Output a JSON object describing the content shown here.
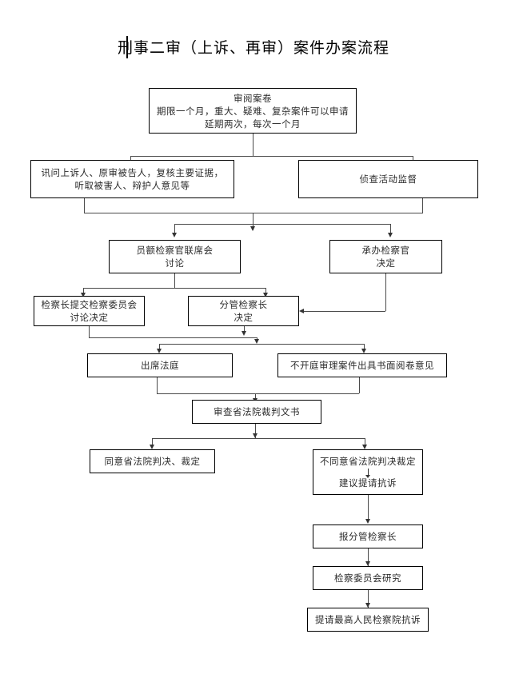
{
  "document": {
    "title": "刑事二审（上诉、再审）案件办案流程",
    "caret_visible": true
  },
  "flow": {
    "nodes": [
      {
        "id": "review-file",
        "lines": [
          "审阅案卷",
          "期限一个月，重大、疑难、复杂案件可以申请",
          "延期两次，每次一个月"
        ]
      },
      {
        "id": "interrogate",
        "lines": [
          "讯问上诉人、原审被告人，复核主要证据，",
          "听取被害人、辩护人意见等"
        ]
      },
      {
        "id": "investigation-supervision",
        "lines": [
          "侦查活动监督"
        ]
      },
      {
        "id": "prosecutor-joint-meeting",
        "lines": [
          "员额检察官联席会",
          "讨论"
        ]
      },
      {
        "id": "handling-prosecutor-decision",
        "lines": [
          "承办检察官",
          "决定"
        ]
      },
      {
        "id": "chief-prosecutor-committee",
        "lines": [
          "检察长提交检察委员会",
          "讨论决定"
        ]
      },
      {
        "id": "deputy-chief-prosecutor-decision",
        "lines": [
          "分管检察长",
          "决定"
        ]
      },
      {
        "id": "attend-court",
        "lines": [
          "出席法庭"
        ]
      },
      {
        "id": "written-opinion",
        "lines": [
          "不开庭审理案件出具书面阅卷意见"
        ]
      },
      {
        "id": "review-judgment",
        "lines": [
          "审查省法院裁判文书"
        ]
      },
      {
        "id": "agree-judgment",
        "lines": [
          "同意省法院判决、裁定"
        ]
      },
      {
        "id": "disagree-judgment",
        "lines": [
          "不同意省法院判决裁定",
          "建议提请抗诉"
        ]
      },
      {
        "id": "report-deputy-chief",
        "lines": [
          "报分管检察长"
        ]
      },
      {
        "id": "committee-study",
        "lines": [
          "检察委员会研究"
        ]
      },
      {
        "id": "request-supreme-protest",
        "lines": [
          "提请最高人民检察院抗诉"
        ]
      }
    ]
  },
  "colors": {
    "background": "#ffffff",
    "border": "#000000",
    "text": "#2b2b2b",
    "connector": "#4a4a4a",
    "title": "#000000"
  }
}
